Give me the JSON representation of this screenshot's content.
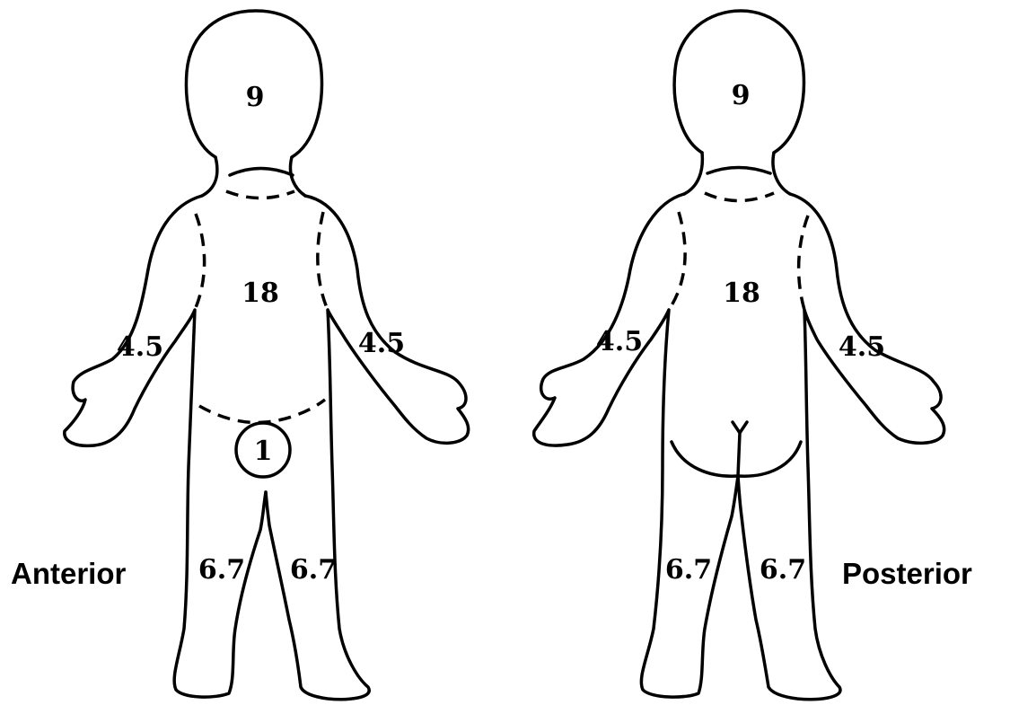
{
  "views": {
    "anterior": {
      "label": "Anterior",
      "head": "9",
      "trunk": "18",
      "right_arm": "4.5",
      "left_arm": "4.5",
      "genitals": "1",
      "right_leg": "6.7",
      "left_leg": "6.7"
    },
    "posterior": {
      "label": "Posterior",
      "head": "9",
      "trunk": "18",
      "right_arm": "4.5",
      "left_arm": "4.5",
      "right_leg": "6.7",
      "left_leg": "6.7"
    }
  },
  "colors": {
    "line": "#000000",
    "background": "#ffffff"
  }
}
